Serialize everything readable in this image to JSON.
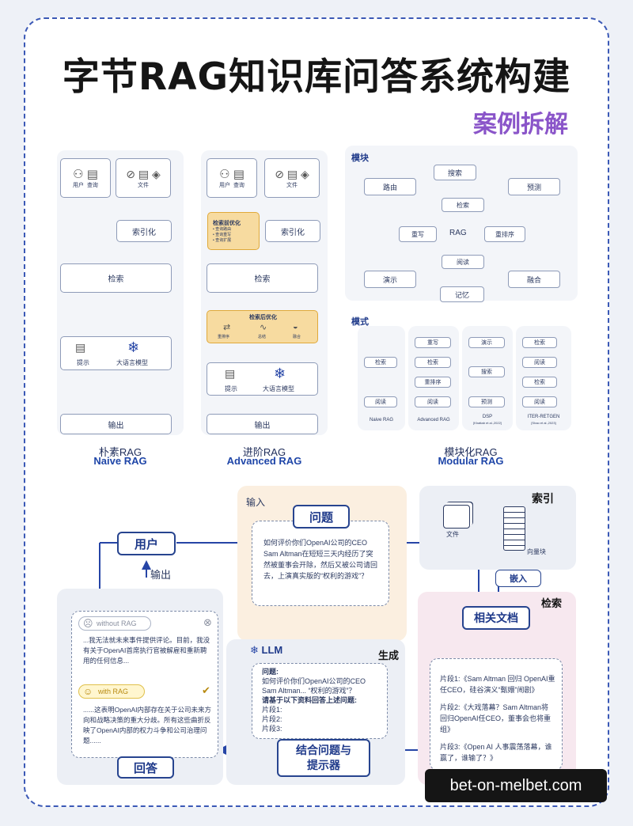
{
  "title": "字节RAG知识库问答系统构建",
  "subtitle": "案例拆解",
  "naive": {
    "user": "用户",
    "query": "查询",
    "doc": "文件",
    "index": "索引化",
    "retrieve": "检索",
    "prompt": "提示",
    "llm": "大语言模型",
    "output": "输出",
    "caption_cn": "朴素RAG",
    "caption_en": "Naive RAG"
  },
  "advanced": {
    "user": "用户",
    "query": "查询",
    "doc": "文件",
    "pre": "检索前优化",
    "pre_items": [
      "• 查询路由",
      "• 查询重写",
      "• 查询扩展"
    ],
    "index": "索引化",
    "retrieve": "检索",
    "post": "检索后优化",
    "rerank": "重排序",
    "summary": "总结",
    "fusion": "融合",
    "prompt": "提示",
    "llm": "大语言模型",
    "output": "输出",
    "caption_cn": "进阶RAG",
    "caption_en": "Advanced RAG"
  },
  "modular": {
    "module_label": "模块",
    "search": "搜索",
    "route": "路由",
    "predict": "预测",
    "retrieve": "检索",
    "rewrite": "重写",
    "rag": "RAG",
    "rerank": "重排序",
    "read": "阅读",
    "demo": "演示",
    "fusion": "融合",
    "memory": "记忆",
    "pattern_label": "模式",
    "col1": [
      "检索",
      "阅读"
    ],
    "col1_name": "Naive RAG",
    "col2": [
      "重写",
      "检索",
      "重排序",
      "阅读"
    ],
    "col2_name": "Advanced RAG",
    "col3": [
      "演示",
      "搜索",
      "预测"
    ],
    "col3_name": "DSP",
    "col3_ref": "[Khattab et al.,2022]",
    "col4": [
      "检索",
      "阅读",
      "检索",
      "阅读"
    ],
    "col4_name": "ITER-RETGEN",
    "col4_ref": "[Shao et al.,2023]",
    "caption_cn": "模块化RAG",
    "caption_en": "Modular RAG"
  },
  "flow": {
    "input_label": "输入",
    "question_btn": "问题",
    "question_text": "如何评价你们OpenAI公司的CEO Sam Altman在短短三天内经历了突然被董事会开除，然后又被公司请回去，上演真实版的“权利的游戏”？",
    "user_btn": "用户",
    "output_label": "输出",
    "index_label": "索引",
    "file_label": "文件",
    "vector_label": "向量块",
    "embed_btn": "嵌入",
    "retrieve_label": "检索",
    "docs_btn": "相关文档",
    "chunks": [
      "片段1:《Sam Altman 回归 OpenAI重任CEO，硅谷演义“甄嬛”闹剧》",
      "片段2:《大戏落幕？Sam Altman将回归OpenAI任CEO，董事会也将重组》",
      "片段3:《Open AI 人事震荡落幕，谁赢了，谁输了？》"
    ],
    "llm_label": "LLM",
    "generate_label": "生成",
    "prompt_q_label": "问题:",
    "prompt_q_text": "如何评价你们OpenAI公司的CEO Sam Altman... “权利的游戏”？",
    "prompt_instr": "请基于以下资料回答上述问题:",
    "prompt_chunks": [
      "片段1:",
      "片段2:",
      "片段3:"
    ],
    "combine_btn_1": "结合问题与",
    "combine_btn_2": "提示器",
    "without_rag_label": "without RAG",
    "without_rag_text": "...我无法就未来事件提供评论。目前，我没有关于OpenAI首席执行官被解雇和重新聘用的任何信息...",
    "with_rag_label": "with RAG",
    "with_rag_text": "......这表明OpenAI内部存在关于公司未来方向和战略决策的重大分歧。所有这些曲折反映了OpenAI内部的权力斗争和公司治理问题......",
    "answer_btn": "回答"
  },
  "watermark": "bet-on-melbet.com",
  "colors": {
    "arrow_blue": "#2645a6",
    "orange": "#f7dba0",
    "purple": "#8a55c9"
  }
}
